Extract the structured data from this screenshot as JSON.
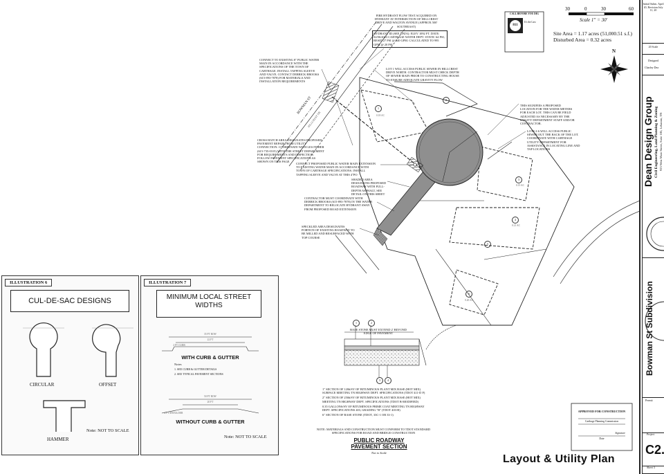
{
  "title_block": {
    "sheet_title": "Layout & Utility Plan",
    "firm_name": "Dean Design Group",
    "firm_tagline": "Civil Engineering, Land Planning & Zoning",
    "firm_address": "923 West Main Street, Suite 105, Lebanon, TN",
    "project_name": "Bowman St Subdivision",
    "sheet_number": "C2.",
    "project_label": "Project",
    "permit_label": "Permit",
    "sheet_label": "Sheet 3",
    "top_cell": "Initial Subm. April 20, Revision July 11, 20",
    "scale_cell": "20 Scale",
    "designed_label": "Designed",
    "designer_name": "Charley Dea"
  },
  "scale_bar": {
    "ticks": [
      "30",
      "0",
      "30",
      "60"
    ],
    "label": "Scale 1\" = 30'"
  },
  "site_area": {
    "line1": "Site Area = 1.17 acres (51,000.51 s.f.)",
    "line2": "Disturbed Area = 0.32 acres"
  },
  "north_label": "N",
  "call_before_dig": {
    "title": "CALL BEFORE YOU DIG",
    "line1": "It's the Law",
    "line2": "811"
  },
  "notes": {
    "hydrant": "FIRE HYDRANT FLOW TEST ACQUIRED ON HYDRANT AT INTERSECTION OF HILLCREST DRIVE AND WALTON AVENUE (APPROX 500' SOUTHEAST)",
    "hydrant_data": "HYDRANT ID (SEE DATA): ELEV 1092 ft. DATE: 02/06/2023 CARTHAGE WATER DEPT. STATIC 64 PSI, RESID 27 PSI @ 840 GPM. CALCULATED TO 995 GPM @ 20 PSI",
    "lot1_sewer": "LOT 1 WILL ACCESS PUBLIC SEWER IN HILLCREST DRIVE NORTH. CONTRACTOR MUST CHECK DEPTH OF SEWER MAIN PRIOR TO CONSTRUCTING HOUSE TO ENSURE ADEQUATE GRAVITY FLOW",
    "water_connect": "CONNECT TO EXISTING 8\" PUBLIC WATER MAIN IN ACCORDANCE WITH THE SPECIFICATIONS OF THE TOWN OF CARTHAGE. INSTALL TAPPING SLEEVE AND VALVE. CONTACT DERRICK BROOKS (615-893-7878) FOR MATERIALS AND INSTALLATION REQUIREMENTS",
    "meter_location": "THIS SIGNIFIES A PROPOSED LOCATION FOR THE WATER METERS FOR EACH LOT. THIS CAN BE FIELD ADJUSTED AS NECESSARY BY THE UTILITY DEPARTMENT STAFF AND/OR CONTRACTOR.",
    "lots_sewer": "LOTS 2-6 WILL ACCESS PUBLIC SEWER OUT THE BACK OF THE LOT. COORDINATE WITH CARTHAGE UTILITY DEPARTMENT FOR ASSISTANCE IN LOCATING LINE AND TAP LOCATIONS",
    "crosshatch": "CROSS HATCH AREA DESIGNATES PROPOSED PAVEMENT REPAIR FROM UTILITY CONNECTION. COORDINATE WITH LES FISHER (615-735-0315) WITH THE STREET DEPARTMENT FOR REQUIREMENTS AND INSPECTION. FOLLOW PAVEMENT SPECIFICATIONS AS SHOWN ON THIS PAGE",
    "water_extension": "CONNECT PROPOSED PUBLIC WATER MAIN EXTENSION TO EXISTING WATER MAIN IN ACCORDANCE WITH TOWN OF CARTHAGE SPECIFICATIONS. INSTALL TAPPING SLEEVE AND VALVE AT THIS 4\"PO",
    "shaded_area": "SHADED AREA DESIGNATES PROPOSED ROADWAY WITH FULL-DEPTH ASPHALT, SEE DETAIL ON THIS SHEET",
    "hydrant_relocate": "CONTRACTOR MUST COORDINATE WITH DERRICK BROOKS (615-893-7878) IN THE WATER DEPARTMENT TO RELOCATE HYDRANT AWAY FROM PROPOSED ROAD EXTENSION",
    "speckled": "SPECKLED AREA DESIGNATES PORTION OF EXISTING ROADWAY TO BE MILLED AND RESURFACED WITH TOP COURSE",
    "base_stone": "BASE STONE MUST EXTEND 2' BEYOND EDGE OF PAVEMENT"
  },
  "street_labels": {
    "st1": "BOWMAN ST",
    "st2": "HILLCREST DR"
  },
  "lots": [
    "1",
    "2",
    "3",
    "4",
    "5",
    "6"
  ],
  "lot_areas": [
    "0.18 ac",
    "0.19 ac",
    "0.21 ac",
    "0.20 ac"
  ],
  "pavement": {
    "items": [
      "1\" SECTION OF 120#/SY OF BITUMINOUS PLANT MIX BASE (HOT MIX) SURFACE MEETING TN HIGHWAY DEPT. SPECIFICATIONS (TDOT 411-D F)",
      "2\" SECTION OF 250#/SY OF BITUMINOUS PLANT MIX BASE (HOT MIX) MEETING TN HIGHWAY DEPT. SPECIFICATIONS (TDOT B-MODIFIED)",
      "0.35 GALLONS/SY OF BITUMINOUS PRIME COAT MEETING TN HIGHWAY DEPT. SPECIFICATIONS 403, GRADING \"B\" (TDOT 403-B)",
      "6\" SECTION OF BASE STONE (TDOT, 33C-1 OR 33-1)"
    ],
    "bottom_note": "NOTE: MATERIALS AND CONSTRUCTION MUST CONFORM TO TDOT STANDARD SPECIFICATIONS FOR ROAD AND BRIDGE CONSTRUCTION",
    "title": "PUBLIC ROADWAY PAVEMENT SECTION",
    "subtitle": "Not to Scale",
    "callouts": [
      "1",
      "2",
      "3",
      "4"
    ]
  },
  "illustration6": {
    "tag": "ILLUSTRATION 6",
    "title": "CUL-DE-SAC DESIGNS",
    "labels": [
      "CIRCULAR",
      "OFFSET",
      "HAMMER"
    ],
    "note": "Note: NOT TO SCALE"
  },
  "illustration7": {
    "tag": "ILLUSTRATION 7",
    "title": "MINIMUM LOCAL STREET WIDTHS",
    "subhead1": "WITH CURB & GUTTER",
    "notes_heading": "Notes",
    "notes": [
      "1. SEE CURB & GUTTER DETAILS",
      "2. SEE TYPICAL PAVEMENT SECTIONS"
    ],
    "subhead2": "WITHOUT CURB & GUTTER",
    "note": "Note: NOT TO SCALE",
    "dims": [
      "35 FT ROW",
      "22 FT",
      "2 FT CURB",
      "50 FT ROW",
      "20 FT",
      "4 FT SHOULDER"
    ]
  },
  "approval": {
    "heading": "APPROVED FOR CONSTRUCTION",
    "line": "Carthage Planning Commission",
    "sign": "Signature",
    "date": "Date"
  }
}
